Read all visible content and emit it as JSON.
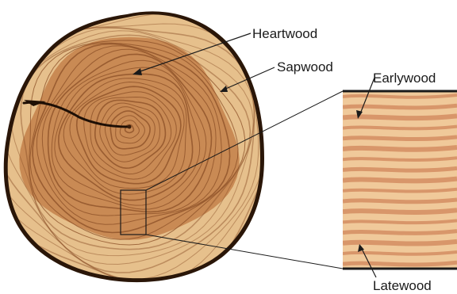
{
  "labels": {
    "heartwood": "Heartwood",
    "sapwood": "Sapwood",
    "earlywood": "Earlywood",
    "latewood": "Latewood"
  },
  "colors": {
    "bark": "#2a1608",
    "sapwood": "#e6c08c",
    "heartwood": "#c98a54",
    "ring": "#8a4e25",
    "zoom_early": "#f0c99a",
    "zoom_late": "#d8966a",
    "line": "#1a1a1a"
  }
}
